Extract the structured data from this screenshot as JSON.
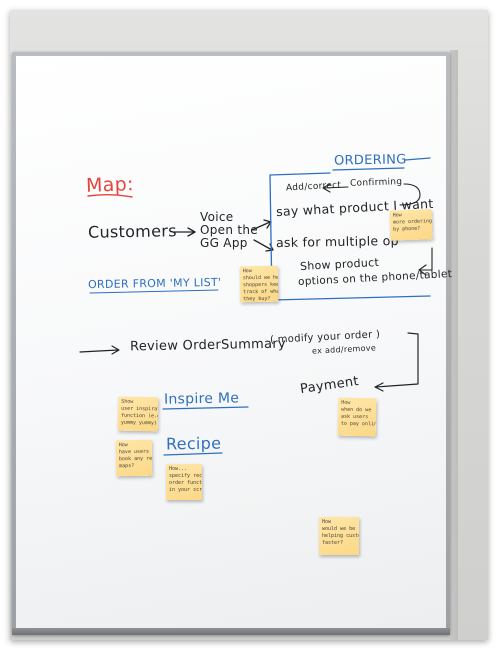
{
  "whiteboard": {
    "title": "Map:",
    "customers": "Customers",
    "voice_line1": "Voice",
    "voice_line2": "Open the",
    "voice_line3": "GG App",
    "ordering": "ORDERING",
    "add_correct": "Add/correct",
    "confirming": "Confirming",
    "say_product": "say what product I want",
    "ask_multiple": "ask for multiple op",
    "show_product_line1": "Show product",
    "show_product_line2": "options on the phone/tablet",
    "order_from_list": "ORDER FROM 'MY LIST'",
    "review": "Review OrderSummary",
    "modify_line1": "( modify your order )",
    "modify_line2": "ex add/remove",
    "payment": "Payment",
    "inspire": "Inspire Me",
    "recipe": "Recipe"
  },
  "sticky_notes": [
    {
      "id": "note-ordering",
      "text": "How\nmore ordering or\nby phone?"
    },
    {
      "id": "note-mylist",
      "text": "How\nshould we help\nshoppers keep\ntrack of what\nthey buy?"
    },
    {
      "id": "note-inspire",
      "text": "Show\nuser inspiration\nfunction (e.g.\nyummy yummy)"
    },
    {
      "id": "note-recipe",
      "text": "How\nhave users\nbook any recipe\nmaps?"
    },
    {
      "id": "note-recipe2",
      "text": "How...\nspecify recipe\norder function\nin your screen"
    },
    {
      "id": "note-payment",
      "text": "How\nwhen do we\nask users\nto pay online?"
    },
    {
      "id": "note-bottom",
      "text": "How\nwould we be\nhelping customers\nfaster?"
    }
  ],
  "colors": {
    "marker_black": "#222426",
    "marker_red": "#e2463e",
    "marker_blue": "#2f6fbf",
    "sticky_yellow": "#fbd887"
  }
}
